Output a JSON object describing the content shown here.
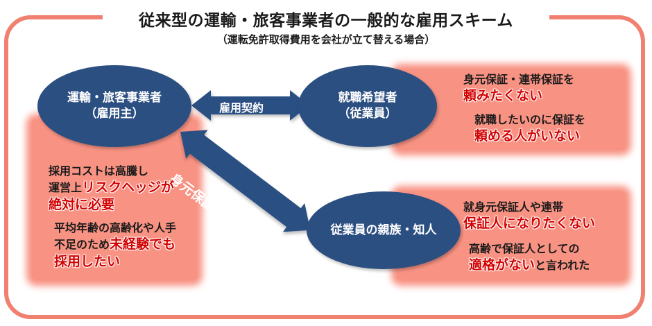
{
  "title": "従来型の運輸・旅客事業者の一般的な雇用スキーム",
  "subtitle": "（運転免許取得費用を会社が立て替える場合）",
  "nodes": {
    "employer": {
      "line1": "運輸・旅客事業者",
      "line2": "（雇用主）"
    },
    "applicant": {
      "line1": "就職希望者",
      "line2": "（従業員）"
    },
    "relatives": {
      "line1": "従業員の親族・知人"
    }
  },
  "arrows": {
    "contract": "雇用契約",
    "guarantee": "身元保証・連帯保証"
  },
  "left_panel": {
    "block1": {
      "line1": "採用コストは高騰し",
      "line2_plain": "運営上",
      "line2_red": "リスクヘッジが",
      "line3_red": "絶対に必要"
    },
    "block2": {
      "line1": "平均年齢の高齢化や人手",
      "line2_plain": "不足のため",
      "line2_red": "未経験でも",
      "line3_red": "採用したい"
    }
  },
  "right_top_panel": {
    "block1": {
      "line1": "身元保証・連帯保証を",
      "line2_red": "頼みたくない"
    },
    "block2": {
      "line1": "就職したいのに保証を",
      "line2_red": "頼める人がいない"
    }
  },
  "right_bottom_panel": {
    "block1": {
      "line1": "就身元保証人や連帯",
      "line2_red": "保証人になりたくない"
    },
    "block2": {
      "line1": "高齢で保証人としての",
      "line2_red": "適格がない",
      "line2_plain": "と言われた"
    }
  },
  "colors": {
    "frame": "#f08070",
    "panel": "#f89283",
    "node": "#2c4f82",
    "emphasis": "#d20000"
  }
}
